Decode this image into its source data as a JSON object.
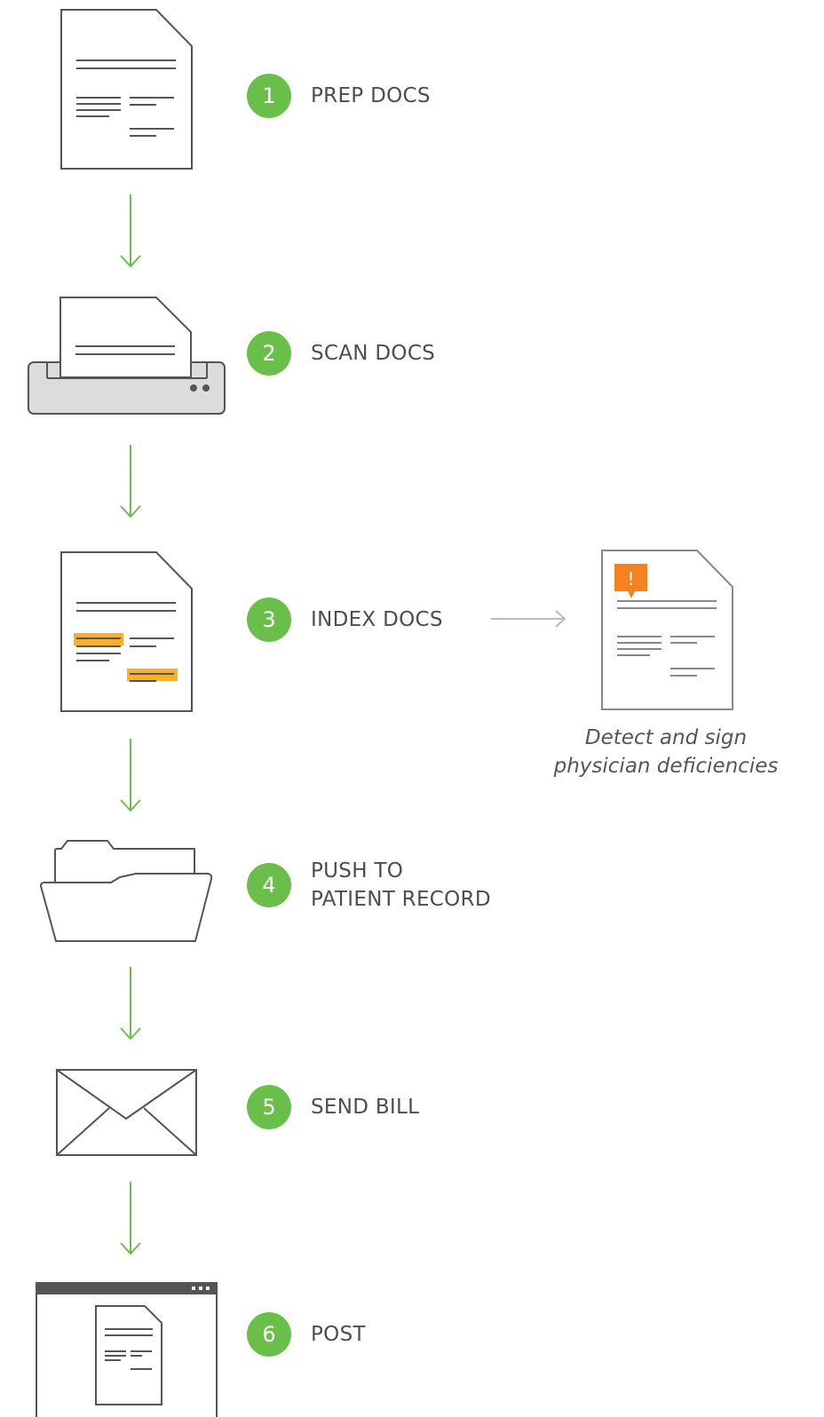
{
  "colors": {
    "badge_green": "#6abf4b",
    "arrow_green": "#6abf4b",
    "outline_gray": "#555555",
    "scanner_fill": "#dcdcdc",
    "highlight_yellow": "#f7b02b",
    "alert_orange": "#f58220",
    "side_arrow_gray": "#bbbbbb"
  },
  "steps": [
    {
      "number": "1",
      "label_lines": [
        "PREP DOCS"
      ],
      "icon": "document-icon"
    },
    {
      "number": "2",
      "label_lines": [
        "SCAN DOCS"
      ],
      "icon": "scanner-icon"
    },
    {
      "number": "3",
      "label_lines": [
        "INDEX DOCS"
      ],
      "icon": "indexed-document-icon"
    },
    {
      "number": "4",
      "label_lines": [
        "PUSH TO",
        "PATIENT RECORD"
      ],
      "icon": "folder-icon"
    },
    {
      "number": "5",
      "label_lines": [
        "SEND BILL"
      ],
      "icon": "envelope-icon"
    },
    {
      "number": "6",
      "label_lines": [
        "POST"
      ],
      "icon": "browser-document-icon"
    }
  ],
  "side_branch": {
    "icon": "alert-document-icon",
    "alert_mark": "!",
    "caption_lines": [
      "Detect and sign",
      "physician deficiencies"
    ]
  }
}
